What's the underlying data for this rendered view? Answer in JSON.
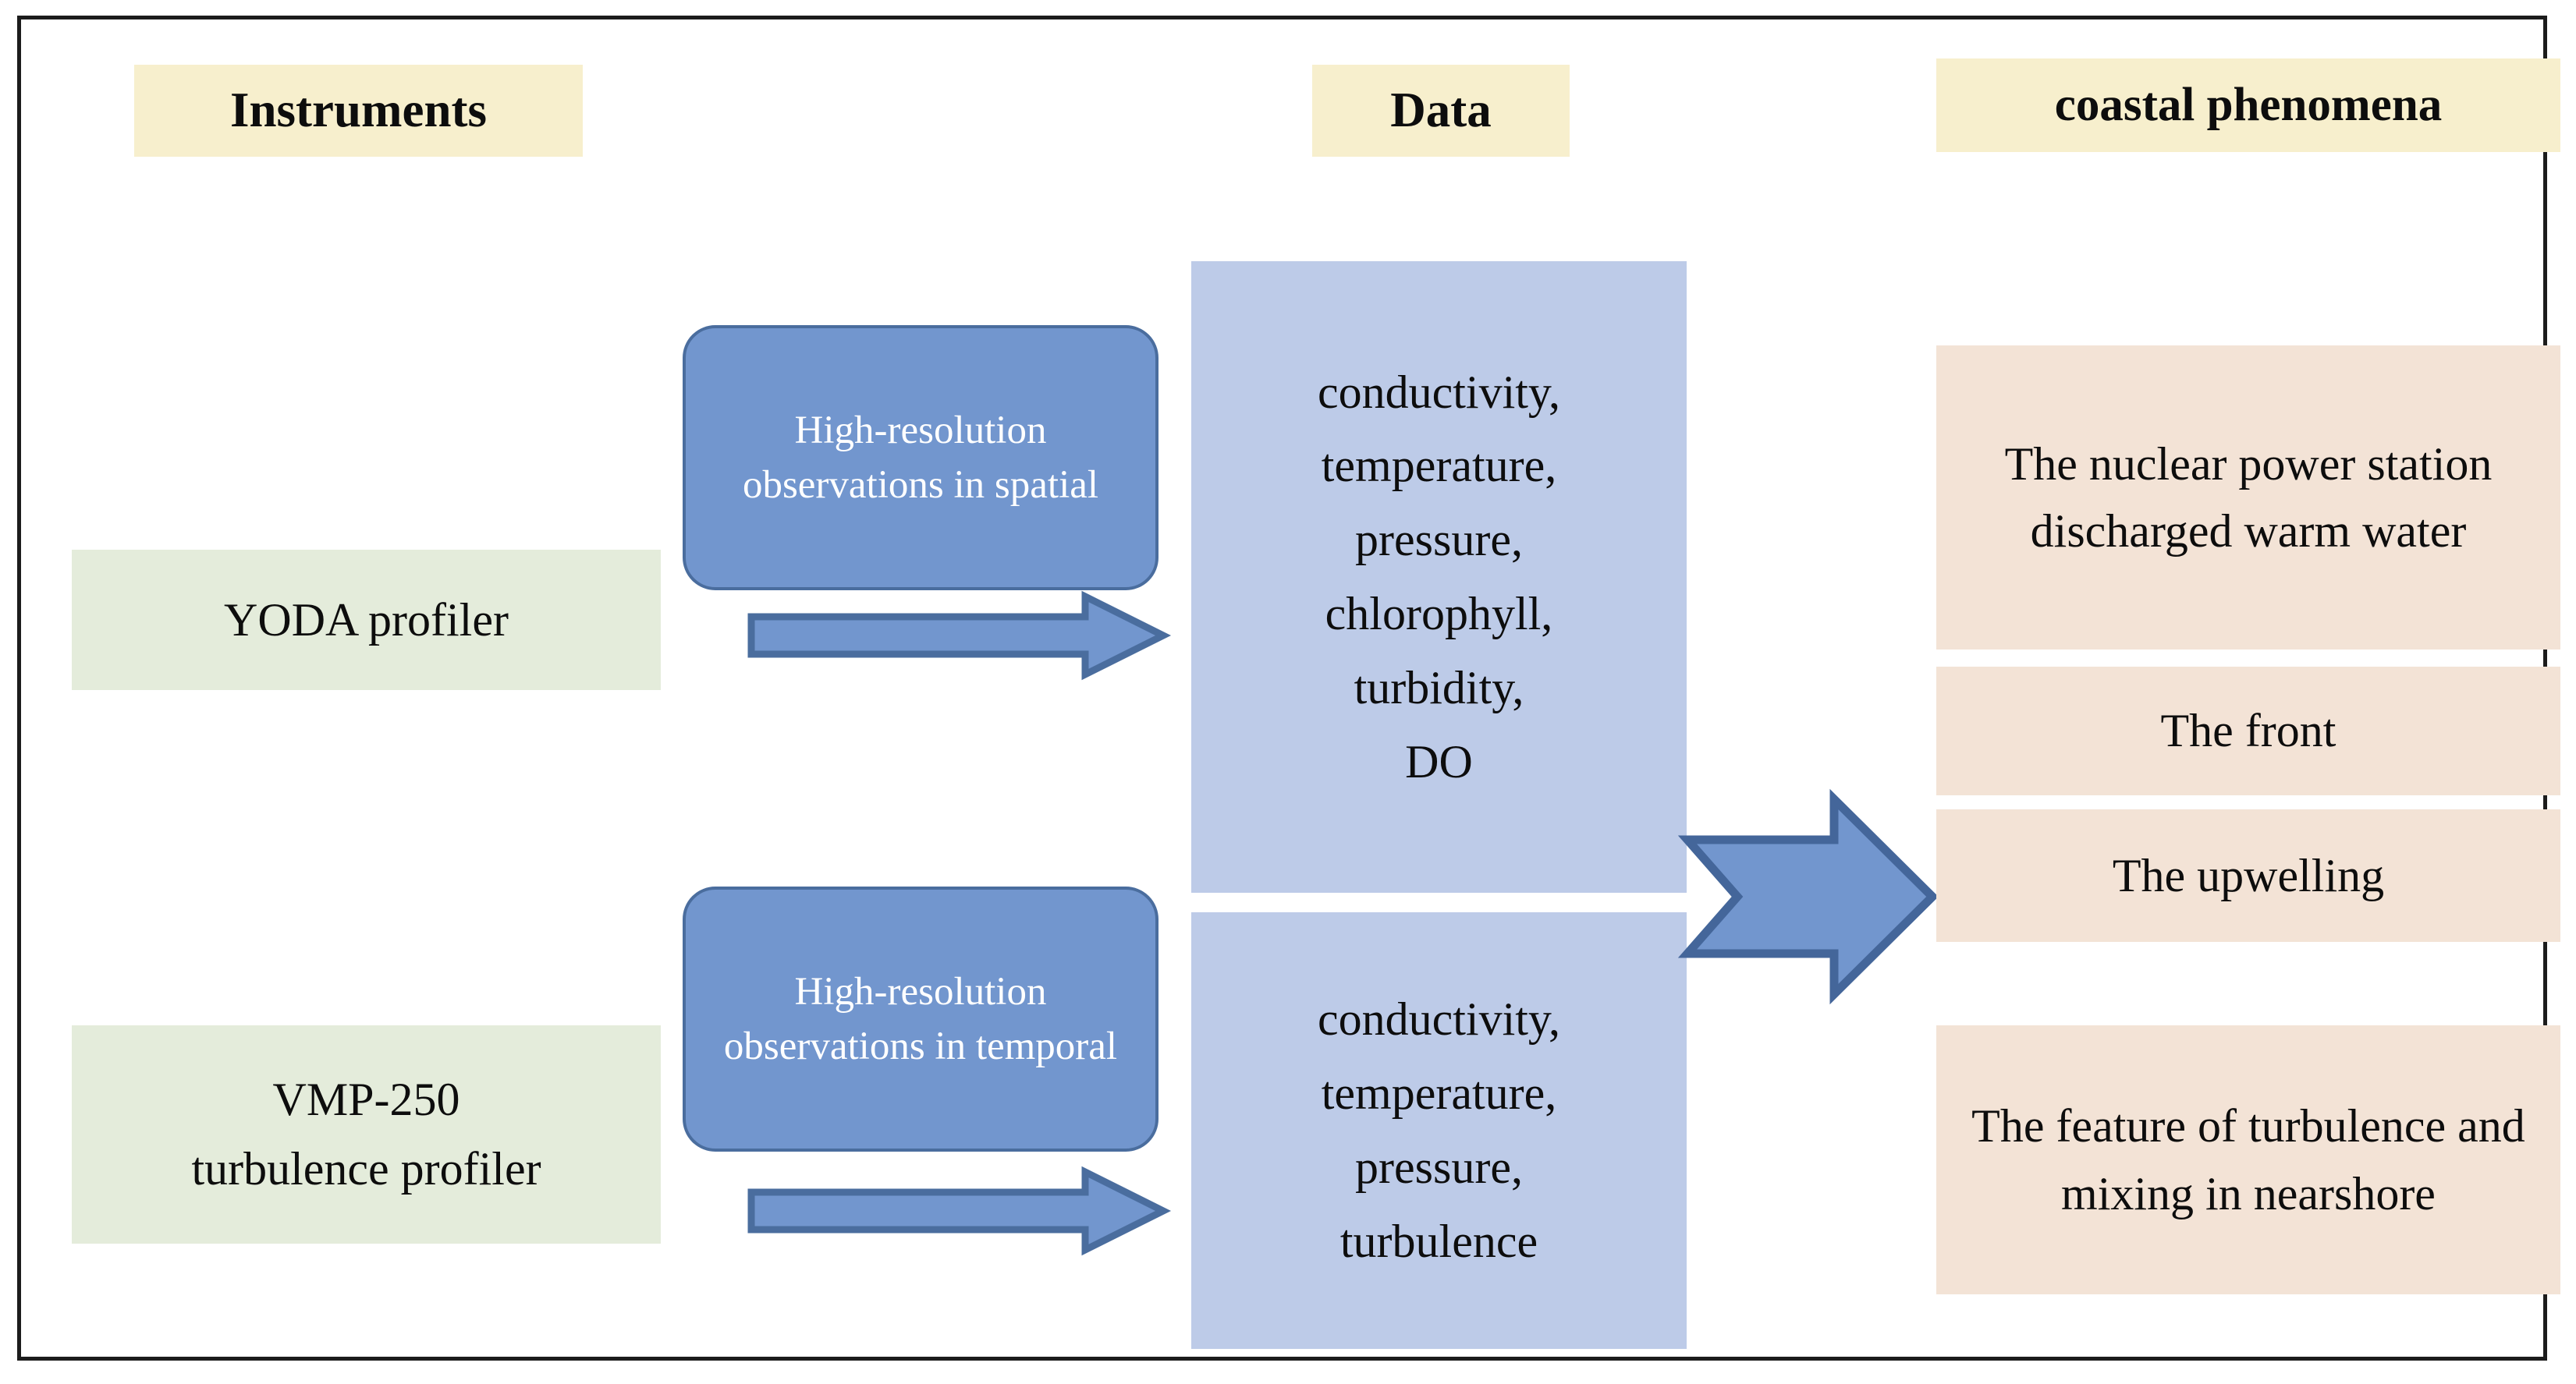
{
  "diagram": {
    "title": "Instruments to Data to Coastal Phenomena flow chart",
    "colors": {
      "header_chip": "#f7efcd",
      "instrument_box": "#e4ecdb",
      "observation_box": "#7296ce",
      "observation_border": "#4a6d9e",
      "data_box": "#bdcbe8",
      "phenomena_box": "#f3e3d6",
      "arrow_fill": "#7296ce",
      "arrow_stroke": "#4a6d9e",
      "frame": "#1c1c1c",
      "text": "#0d0d0d",
      "observation_text": "#ffffff"
    }
  },
  "headers": {
    "instruments": "Instruments",
    "data": "Data",
    "phenomena": "coastal phenomena"
  },
  "instruments": [
    {
      "label": "YODA profiler"
    },
    {
      "label": "VMP-250\nturbulence profiler"
    }
  ],
  "observations": [
    {
      "label": "High-resolution observations in spatial"
    },
    {
      "label": "High-resolution observations in temporal"
    }
  ],
  "data_groups": [
    {
      "label": "conductivity,\ntemperature,\npressure,\nchlorophyll,\nturbidity,\nDO"
    },
    {
      "label": "conductivity,\ntemperature,\npressure,\nturbulence"
    }
  ],
  "phenomena": [
    {
      "label": "The nuclear power station discharged warm water"
    },
    {
      "label": "The front"
    },
    {
      "label": "The upwelling"
    },
    {
      "label": "The feature of turbulence and mixing in nearshore"
    }
  ],
  "arrows": [
    {
      "name": "spatial-flow-arrow",
      "direction": "right"
    },
    {
      "name": "temporal-flow-arrow",
      "direction": "right"
    },
    {
      "name": "data-to-phenomena-arrow",
      "direction": "right"
    }
  ]
}
